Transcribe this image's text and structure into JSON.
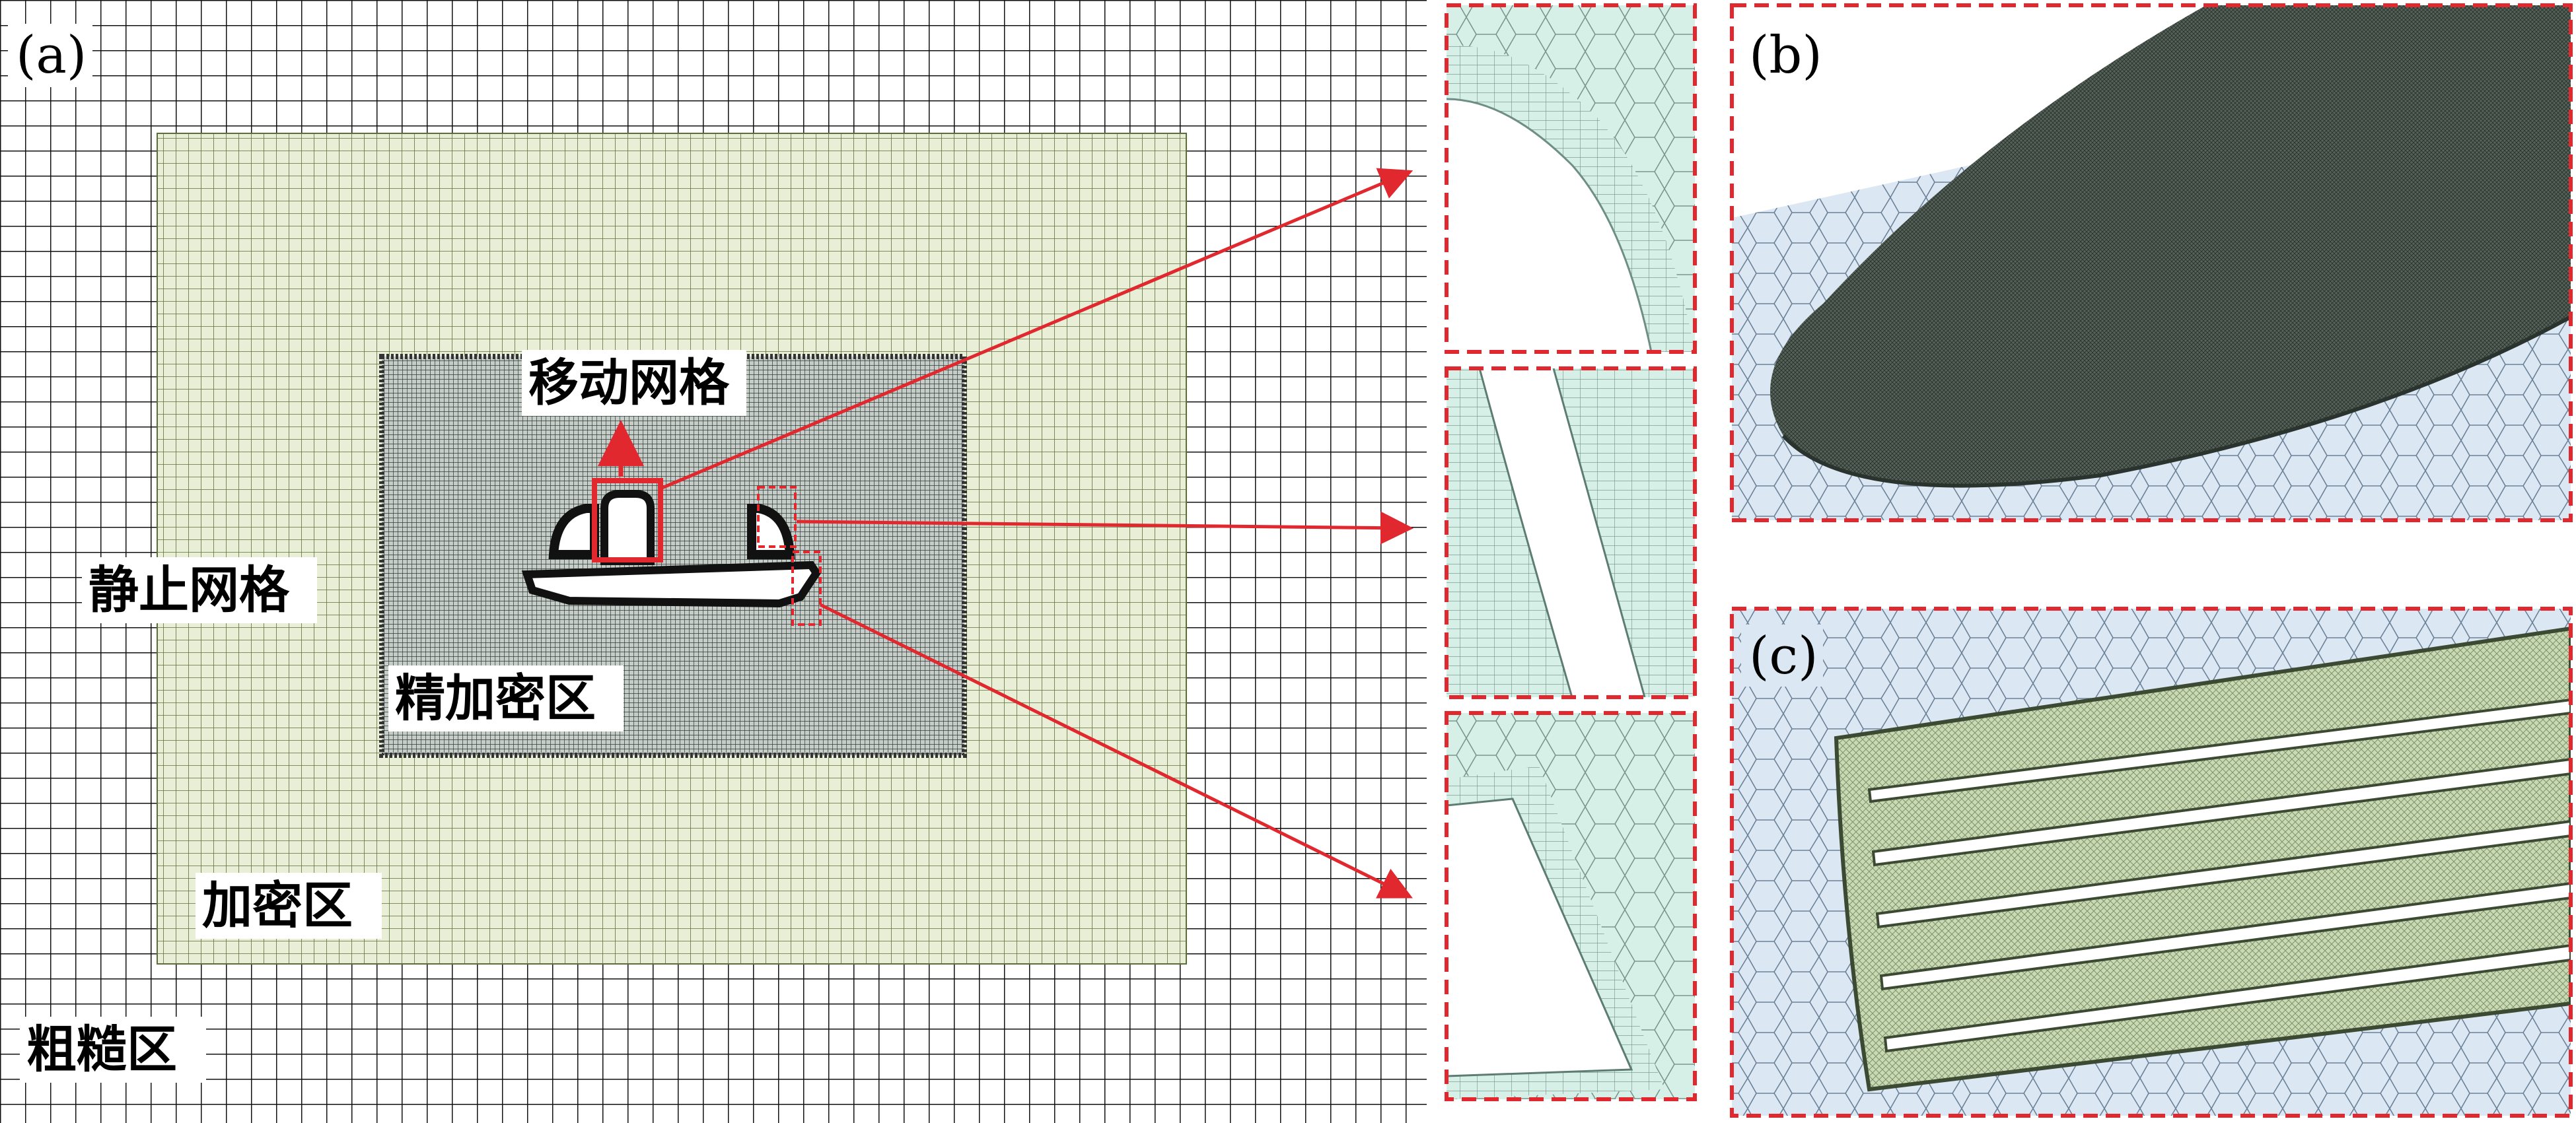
{
  "panels": {
    "a": {
      "label": "(a)"
    },
    "b": {
      "label": "(b)"
    },
    "c": {
      "label": "(c)"
    }
  },
  "annotations": {
    "moving_mesh": "移动网格",
    "static_mesh": "静止网格",
    "fine_refine_zone": "精加密区",
    "refine_zone": "加密区",
    "coarse_zone": "粗糙区"
  },
  "colors": {
    "coarse_grid": "#000000",
    "refine_fill": "#e8efd6",
    "refine_grid": "#556b2f",
    "fine_fill": "#7f8b86",
    "mesh_fill": "#d4efe6",
    "hex_bg": "#d8e6f2",
    "callout": "#e0282e",
    "model_body": "#4e5a52"
  }
}
